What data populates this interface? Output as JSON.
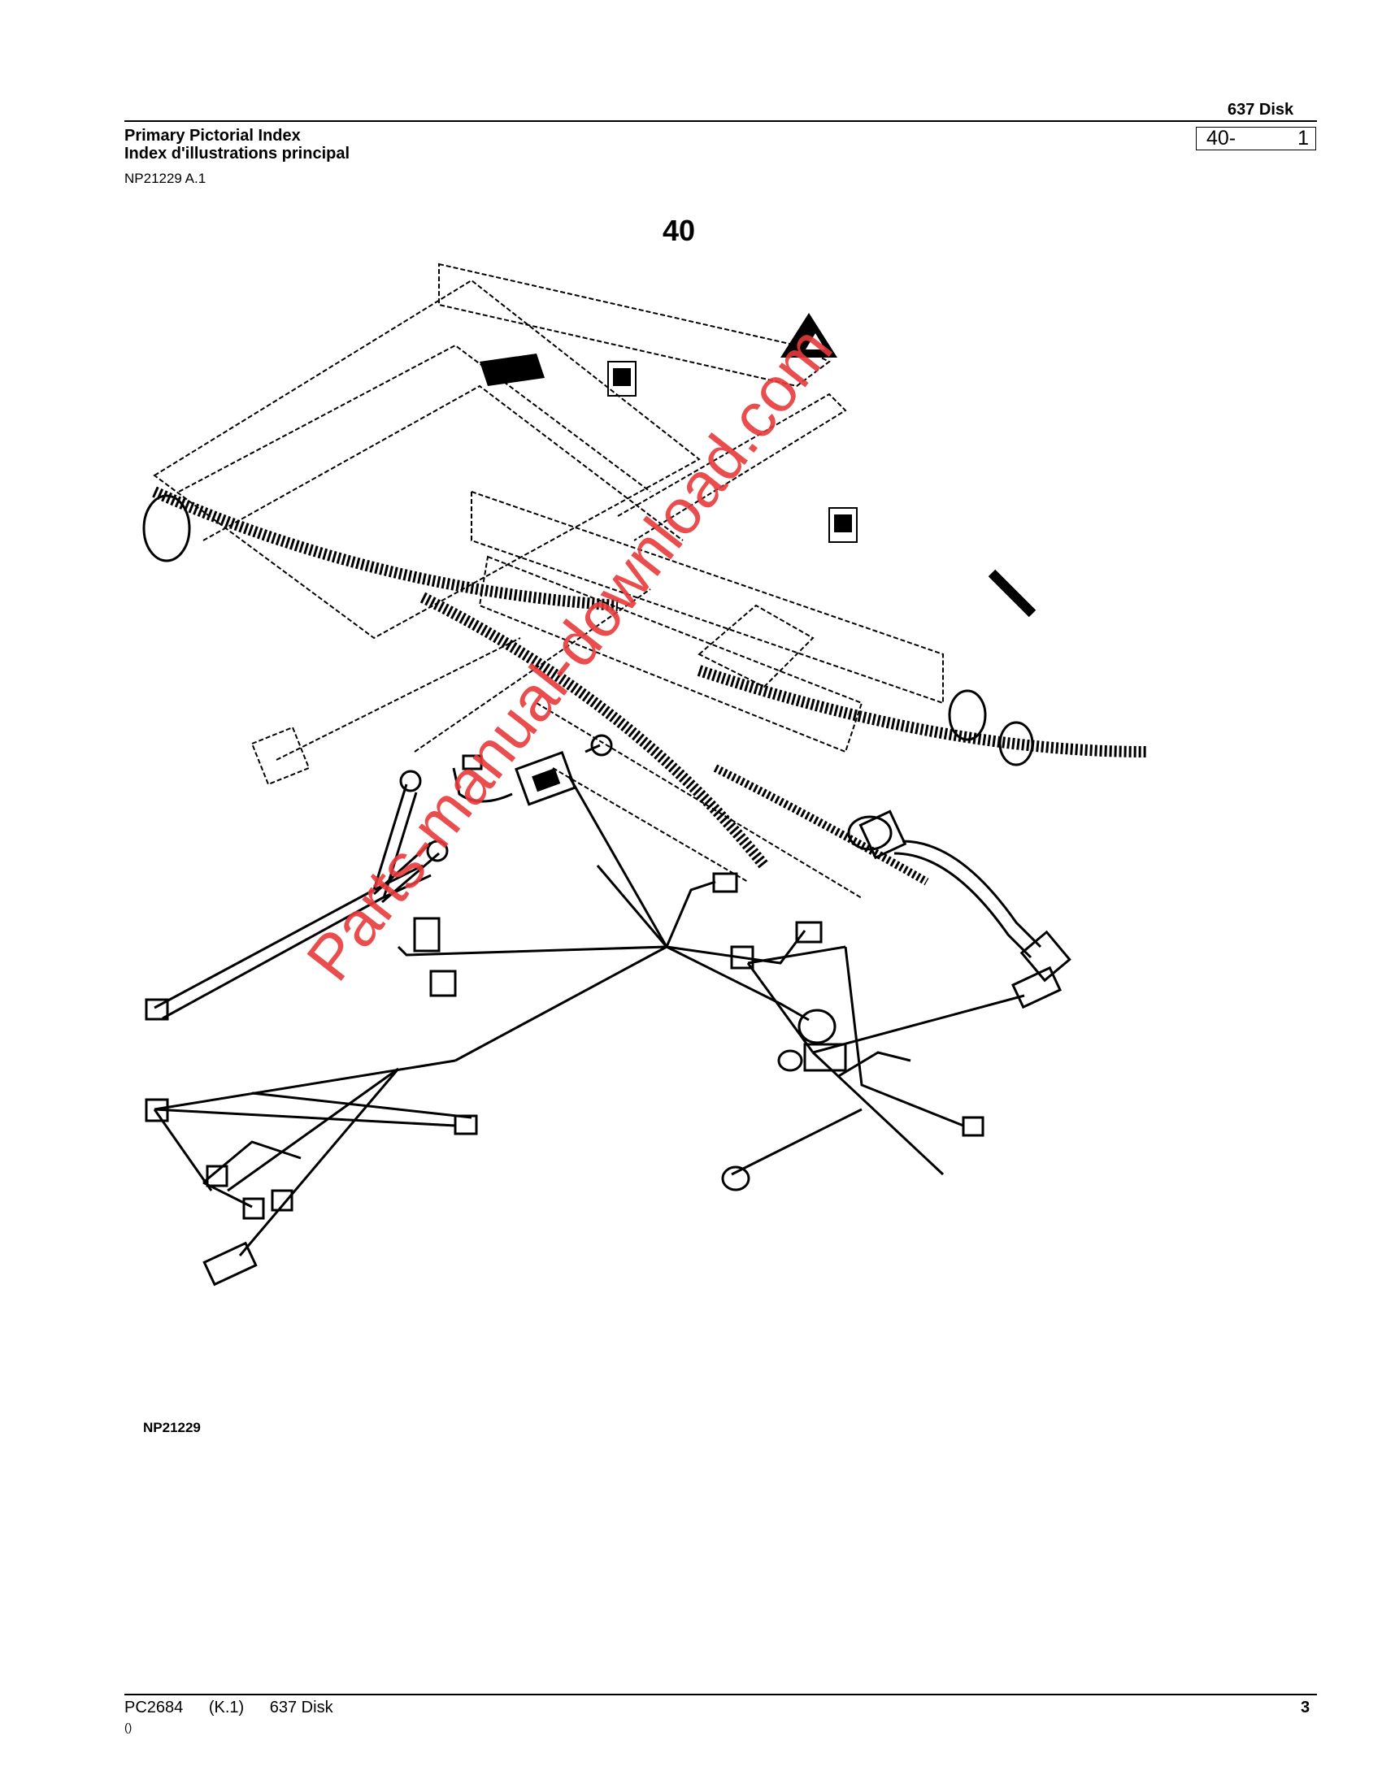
{
  "header": {
    "title": "637 Disk",
    "index_title_en": "Primary Pictorial Index",
    "index_title_fr": "Index d'illustrations principal",
    "section_box_left": "40-",
    "section_box_right": "1",
    "figure_ref": "NP21229 A.1"
  },
  "group_label": "40",
  "figure_id": "NP21229",
  "watermark": "Parts-manual-download.com",
  "footer": {
    "manual": "PC2684",
    "revision": "(K.1)",
    "product": "637 Disk",
    "page": "3",
    "sub": "()"
  }
}
